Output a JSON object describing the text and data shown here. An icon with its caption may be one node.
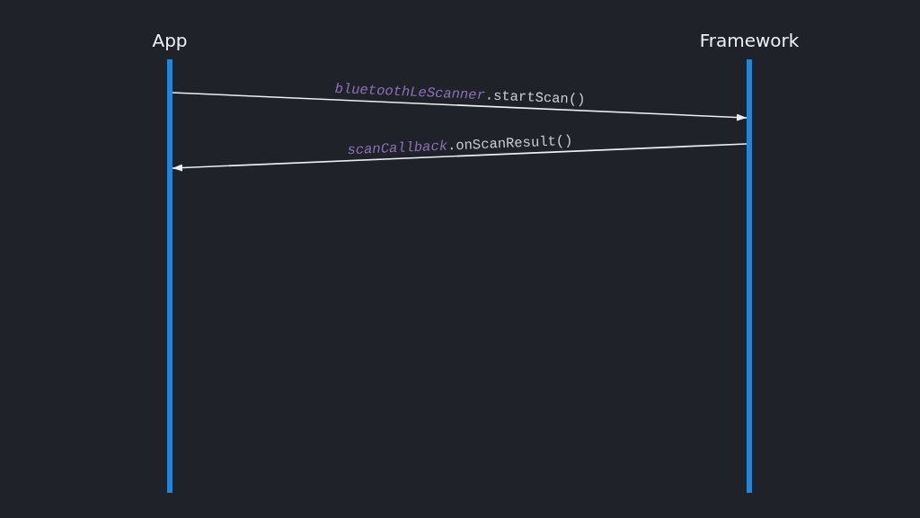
{
  "diagram": {
    "nodes": [
      {
        "text": [
          "App"
        ]
      },
      {
        "text": [
          "Framework"
        ]
      }
    ],
    "edges": [
      {
        "from": 0,
        "to": 1,
        "arrow": "to",
        "label": "*bluetoothLeScanner*.startScan()"
      },
      {
        "from": 1,
        "to": 0,
        "arrow": "to",
        "label": "*scanCallback*.onScanResult()"
      }
    ]
  }
}
